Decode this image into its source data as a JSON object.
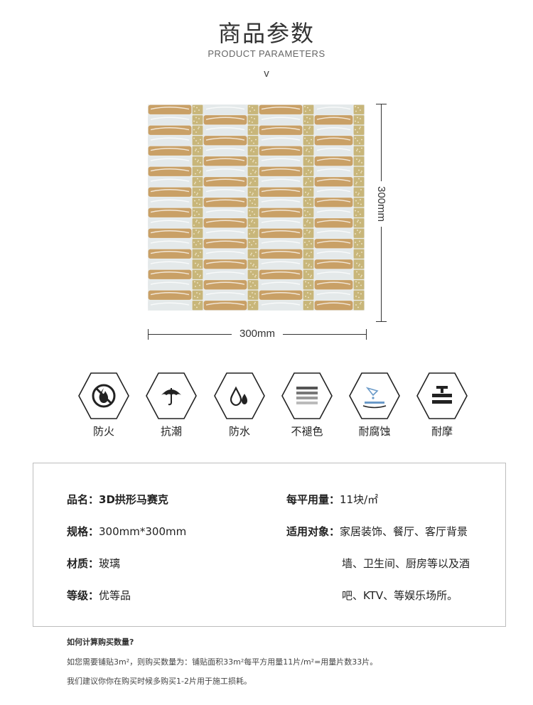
{
  "header": {
    "title": "商品参数",
    "subtitle": "PRODUCT PARAMETERS",
    "chevron": "v"
  },
  "dimensions": {
    "height_label": "300mm",
    "width_label": "300mm"
  },
  "features": [
    {
      "icon": "no-fire-icon",
      "label": "防火"
    },
    {
      "icon": "umbrella-icon",
      "label": "抗潮"
    },
    {
      "icon": "water-drop-icon",
      "label": "防水"
    },
    {
      "icon": "color-bars-icon",
      "label": "不褪色"
    },
    {
      "icon": "flask-icon",
      "label": "耐腐蚀"
    },
    {
      "icon": "press-icon",
      "label": "耐摩"
    }
  ],
  "specs": {
    "name_label": "品名：",
    "name_value": "3D拱形马赛克",
    "size_label": "规格：",
    "size_value": "300mm*300mm",
    "material_label": "材质：",
    "material_value": "玻璃",
    "grade_label": "等级：",
    "grade_value": "优等品",
    "usage_label": "每平用量：",
    "usage_value": "11块/㎡",
    "apply_label": "适用对象：",
    "apply_line1": "家居装饰、餐厅、客厅背景",
    "apply_line2": "墙、卫生间、厨房等以及酒",
    "apply_line3": "吧、KTV、等娱乐场所。"
  },
  "notes": {
    "title": "如何计算购买数量?",
    "line1": "如您需要铺贴3m²，则购买数量为：铺贴面积33m²每平方用量11片/m²=用量片数33片。",
    "line2": "我们建议你你在购买时候多购买1-2片用于施工损耗。"
  },
  "colors": {
    "tan": "#c9a066",
    "white_glass": "#e4e9ea",
    "gold_foil": "#c8b67a"
  }
}
